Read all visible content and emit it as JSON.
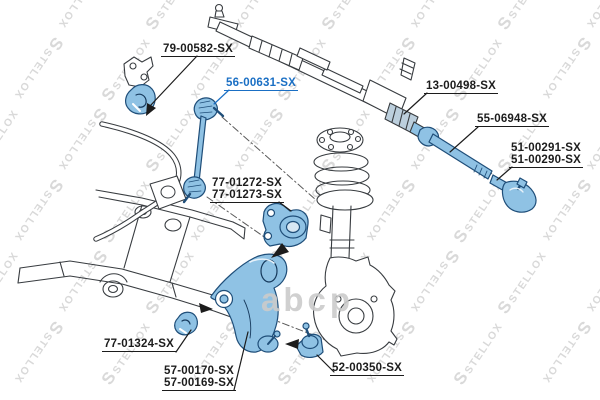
{
  "watermark": {
    "brand": "STELLOX",
    "logo_glyph": "S",
    "center_logo": "abcp"
  },
  "colors": {
    "background": "#ffffff",
    "linework": "#383c40",
    "part_fill_blue": "#8fc2e4",
    "part_outline_blue": "#1f4e79",
    "boot_fill": "#bccfdd",
    "label_black": "#1c1c1c",
    "label_highlight_blue": "#1a6fc4",
    "watermark_gray": "#d9d9d9"
  },
  "diagram": {
    "type": "auto-parts-exploded-diagram",
    "subject": "front suspension and steering assembly",
    "highlighted_part": "56-00631-SX",
    "labels": {
      "stabilizer_bushing_kit": {
        "text": "79-00582-SX",
        "highlighted": false
      },
      "stabilizer_link": {
        "text": "56-00631-SX",
        "highlighted": true
      },
      "steering_boot": {
        "text": "13-00498-SX",
        "highlighted": false
      },
      "tie_rod_axial": {
        "text": "55-06948-SX",
        "highlighted": false
      },
      "tie_rod_end_a": {
        "text": "51-00291-SX",
        "highlighted": false
      },
      "tie_rod_end_b": {
        "text": "51-00290-SX",
        "highlighted": false
      },
      "arm_bushing_rear_a": {
        "text": "77-01272-SX",
        "highlighted": false
      },
      "arm_bushing_rear_b": {
        "text": "77-01273-SX",
        "highlighted": false
      },
      "arm_bushing_front": {
        "text": "77-01324-SX",
        "highlighted": false
      },
      "control_arm_a": {
        "text": "57-00170-SX",
        "highlighted": false
      },
      "control_arm_b": {
        "text": "57-00169-SX",
        "highlighted": false
      },
      "ball_joint": {
        "text": "52-00350-SX",
        "highlighted": false
      }
    }
  }
}
